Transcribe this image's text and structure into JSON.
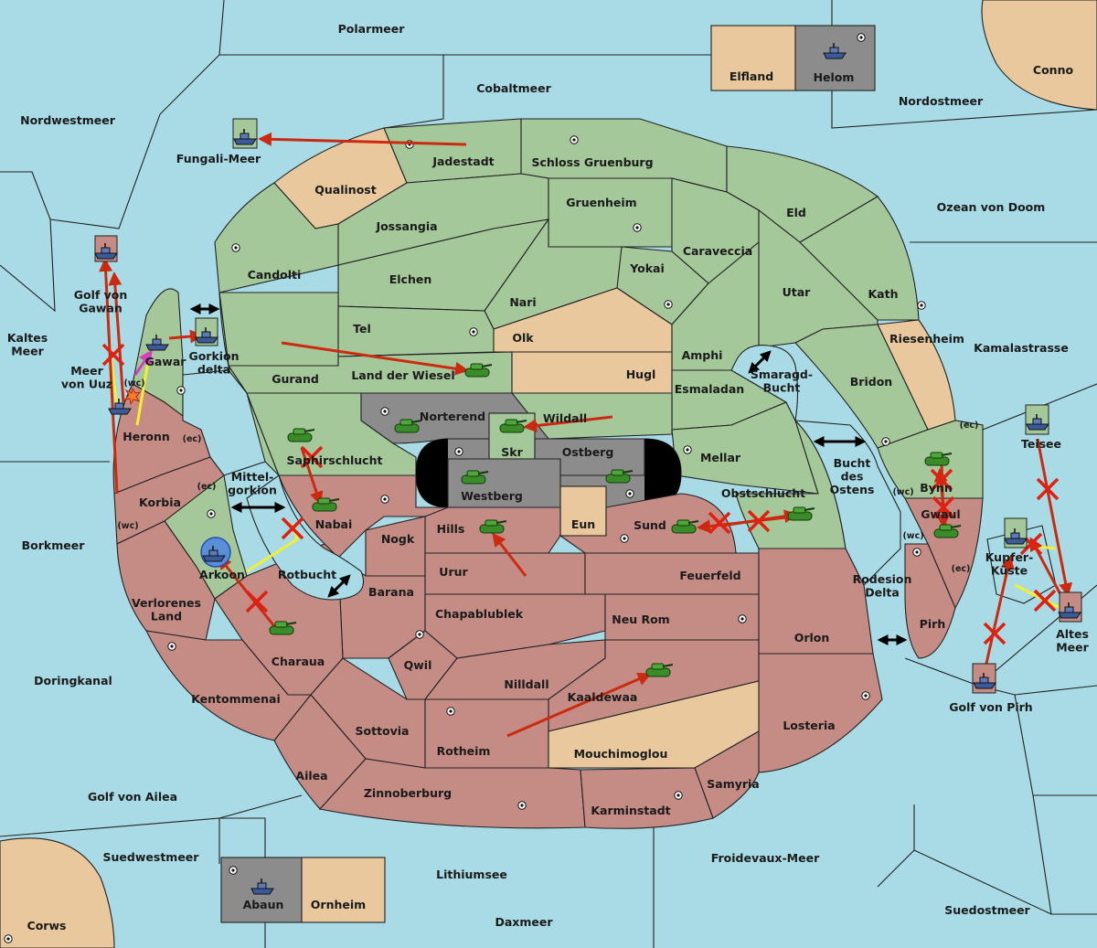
{
  "colors": {
    "sea": "#a8dbe6",
    "land_green": "#a4c89a",
    "land_red": "#c48c84",
    "land_neutral": "#e8c89c",
    "land_grey": "#8c8c8c",
    "border": "#222222",
    "order_move": "#cc2a10",
    "order_support": "#f4f030",
    "order_convoy": "#d040c0",
    "failed_order": "#e02010",
    "unit_green": "#3a8c28",
    "unit_blue": "#3a5a9a"
  },
  "regions": {
    "polarmeer": "Polarmeer",
    "cobaltmeer": "Cobaltmeer",
    "nordwestmeer": "Nordwestmeer",
    "nordostmeer": "Nordostmeer",
    "conno": "Conno",
    "elfland": "Elfland",
    "helom": "Helom",
    "fungali_meer": "Fungali-Meer",
    "jadestadt": "Jadestadt",
    "schloss_gruenburg": "Schloss Gruenburg",
    "qualinost": "Qualinost",
    "gruenheim": "Gruenheim",
    "eld": "Eld",
    "ozean_von_doom": "Ozean von Doom",
    "jossangia": "Jossangia",
    "caraveccia": "Caraveccia",
    "candolti": "Candolti",
    "elchen": "Elchen",
    "yokai": "Yokai",
    "utar": "Utar",
    "kath": "Kath",
    "nari": "Nari",
    "golf_von_gawan": "Golf von Gawan",
    "kaltes_meer": "Kaltes Meer",
    "tel": "Tel",
    "olk": "Olk",
    "riesenheim": "Riesenheim",
    "kamalastrasse": "Kamalastrasse",
    "amphi": "Amphi",
    "gorkion_delta": "Gorkion delta",
    "meer_von_uuz": "Meer von Uuz",
    "gawar": "Gawar",
    "gurand": "Gurand",
    "land_der_wiesel": "Land der Wiesel",
    "hugl": "Hugl",
    "smaragd_bucht": "Smaragd-Bucht",
    "esmaladan": "Esmaladan",
    "bridon": "Bridon",
    "norterend": "Norterend",
    "wildall": "Wildall",
    "heronn": "Heronn",
    "skr": "Skr",
    "ostberg": "Ostberg",
    "teisee": "Teisee",
    "mellar": "Mellar",
    "saphirschlucht": "Saphirschlucht",
    "bucht_des_ostens": "Bucht des Ostens",
    "mittel_gorkion": "Mittel-gorkion",
    "westberg": "Westberg",
    "obstschlucht": "Obstschlucht",
    "bynn": "Bynn",
    "korbia": "Korbia",
    "nabai": "Nabai",
    "eun": "Eun",
    "gwaul": "Gwaul",
    "sund": "Sund",
    "hills": "Hills",
    "nogk": "Nogk",
    "borkmeer": "Borkmeer",
    "kupfer_kueste": "Kupfer-Küste",
    "arkoon": "Arkoon",
    "rotbucht": "Rotbucht",
    "urur": "Urur",
    "feuerfeld": "Feuerfeld",
    "rodesion_delta": "Rodesion Delta",
    "barana": "Barana",
    "verlorenes_land": "Verlorenes Land",
    "chapablublek": "Chapablublek",
    "neu_rom": "Neu Rom",
    "orlon": "Orlon",
    "pirh": "Pirh",
    "altes_meer": "Altes Meer",
    "charaua": "Charaua",
    "qwil": "Qwil",
    "doringkanal": "Doringkanal",
    "nilldall": "Nilldall",
    "kaaldewaa": "Kaaldewaa",
    "kentommenai": "Kentommenai",
    "golf_von_pirh": "Golf von Pirh",
    "losteria": "Losteria",
    "sottovia": "Sottovia",
    "rotheim": "Rotheim",
    "mouchimoglou": "Mouchimoglou",
    "ailea": "Ailea",
    "samyria": "Samyria",
    "golf_von_ailea": "Golf von Ailea",
    "zinnoberburg": "Zinnoberburg",
    "karminstadt": "Karminstadt",
    "suedwestmeer": "Suedwestmeer",
    "froidevaux_meer": "Froidevaux-Meer",
    "lithiumsee": "Lithiumsee",
    "abaun": "Abaun",
    "ornheim": "Ornheim",
    "suedostmeer": "Suedostmeer",
    "corws": "Corws",
    "daxmeer": "Daxmeer"
  },
  "coast_tags": {
    "wc": "(wc)",
    "ec": "(ec)"
  },
  "icons": {
    "army": "tank-icon",
    "fleet": "ship-icon",
    "supply_center": "supply-center-icon",
    "failed": "cross-icon",
    "move": "arrow-icon",
    "connection": "double-arrow-icon",
    "battle": "explosion-icon",
    "dislodged": "dislodged-circle-icon"
  }
}
